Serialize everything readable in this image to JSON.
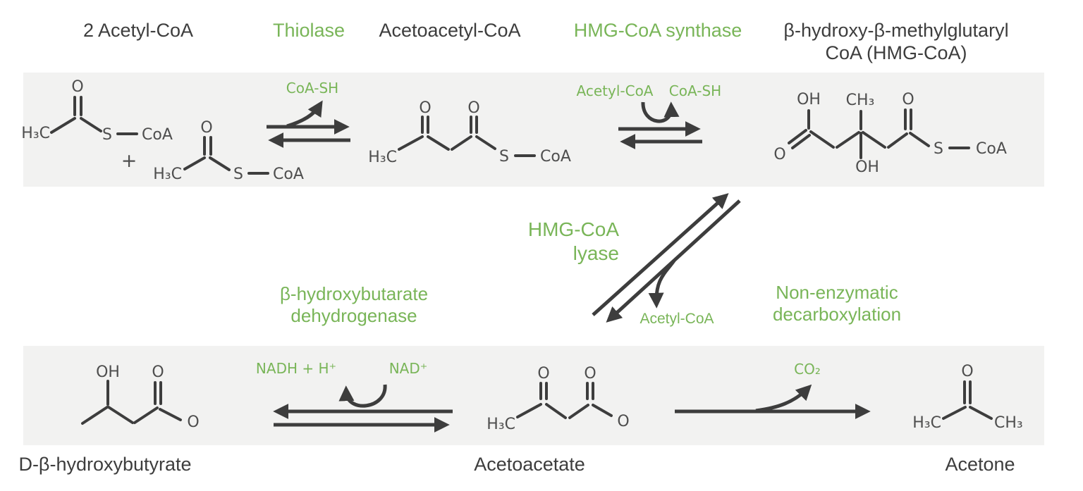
{
  "colors": {
    "green": "#79b558",
    "dark": "#3d3d3d",
    "atom": "#4e4e4e",
    "band": "#f2f2f1"
  },
  "pathway": {
    "title_row": {
      "substrates": "2 Acetyl-CoA",
      "enzyme_thiolase": "Thiolase",
      "acetoacetyl_coa": "Acetoacetyl-CoA",
      "enzyme_hmg_synthase": "HMG-CoA synthase",
      "hmg_coa_line1": "β-hydroxy-β-methylglutaryl",
      "hmg_coa_line2": "CoA (HMG-CoA)"
    },
    "enzymes": {
      "hmg_lyase_line1": "HMG-CoA",
      "hmg_lyase_line2": "lyase",
      "bhb_dehydrogenase_line1": "β-hydroxybutarate",
      "bhb_dehydrogenase_line2": "dehydrogenase",
      "non_enzymatic_line1": "Non-enzymatic",
      "non_enzymatic_line2": "decarboxylation"
    },
    "cofactors": {
      "coa_sh_thiolase": "CoA-SH",
      "acetyl_coa_in": "Acetyl-CoA",
      "coa_sh_synthase": "CoA-SH",
      "acetyl_coa_released": "Acetyl-CoA",
      "nadh_h": "NADH + H⁺",
      "nad": "NAD⁺",
      "co2": "CO₂"
    },
    "products_row": {
      "d_bhb": "D-β-hydroxybutyrate",
      "acetoacetate": "Acetoacetate",
      "acetone": "Acetone"
    }
  },
  "atoms": {
    "plus": "+",
    "acetyl_coa_1": {
      "h3c": "H₃C",
      "o": "O",
      "s": "S",
      "coa": "CoA"
    },
    "acetyl_coa_2": {
      "h3c": "H₃C",
      "o": "O",
      "s": "S",
      "coa": "CoA"
    },
    "acetoacetyl_coa": {
      "h3c": "H₃C",
      "o1": "O",
      "o2": "O",
      "s": "S",
      "coa": "CoA"
    },
    "hmg_coa": {
      "oh_top": "OH",
      "ch3": "CH₃",
      "o_carboxyl": "O",
      "o_thioester": "O",
      "oh_center": "OH",
      "s": "S",
      "coa": "CoA"
    },
    "d_bhb": {
      "oh": "OH",
      "o_top": "O",
      "o_right": "O"
    },
    "acetoacetate": {
      "h3c": "H₃C",
      "o1": "O",
      "o2": "O",
      "o3": "O"
    },
    "acetone": {
      "h3c": "H₃C",
      "o": "O",
      "ch3": "CH₃"
    }
  }
}
